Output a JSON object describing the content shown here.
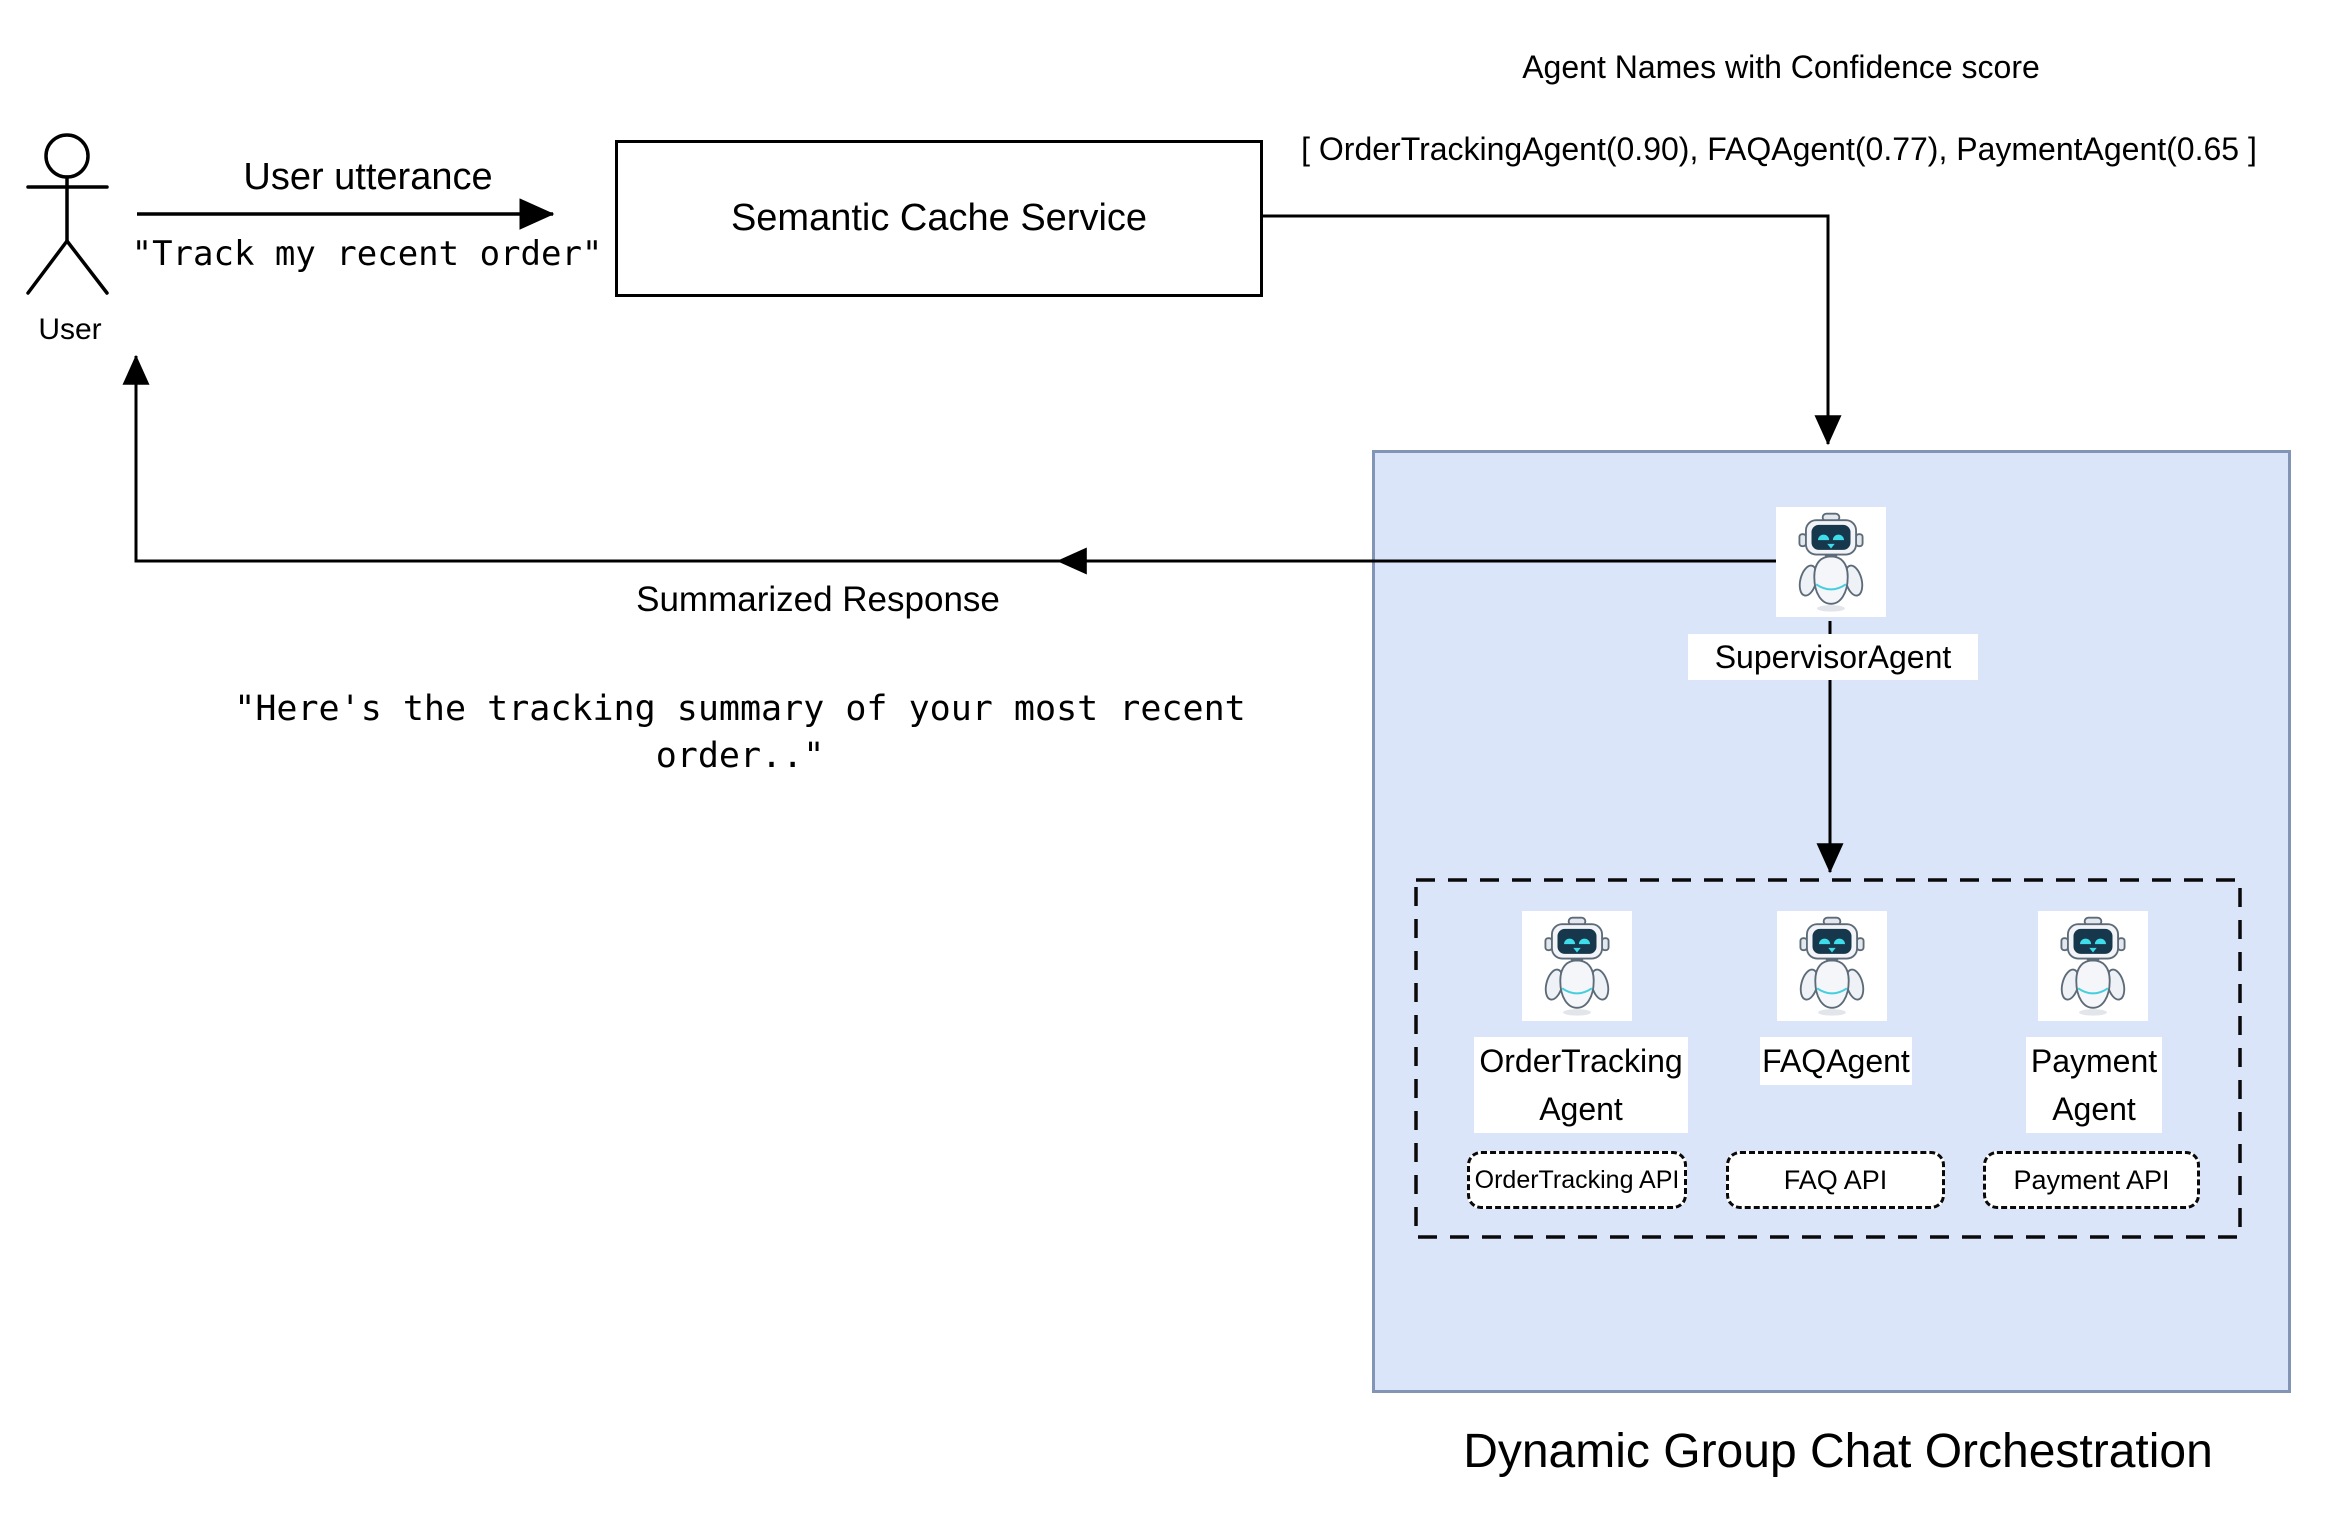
{
  "user": {
    "label": "User"
  },
  "flow": {
    "utterance_label": "User utterance",
    "utterance_quote": "\"Track my recent order\"",
    "cache_label": "Semantic Cache Service",
    "confidence_title": "Agent Names with Confidence score",
    "confidence_list": "[ OrderTrackingAgent(0.90), FAQAgent(0.77), PaymentAgent(0.65 ]",
    "response_label": "Summarized Response",
    "response_quote": "\"Here's the tracking summary of your most recent order..\""
  },
  "orchestration": {
    "title": "Dynamic Group Chat Orchestration",
    "supervisor": {
      "label": "SupervisorAgent"
    },
    "agents": [
      {
        "label": "OrderTracking Agent",
        "api": "OrderTracking API"
      },
      {
        "label": "FAQAgent",
        "api": "FAQ API"
      },
      {
        "label": "Payment Agent",
        "api": "Payment API"
      }
    ]
  },
  "colors": {
    "panel_fill": "#dbe5f9",
    "panel_border": "#8395b5",
    "line": "#000000",
    "robot_screen": "#16374c",
    "robot_accent": "#3fdde9"
  }
}
